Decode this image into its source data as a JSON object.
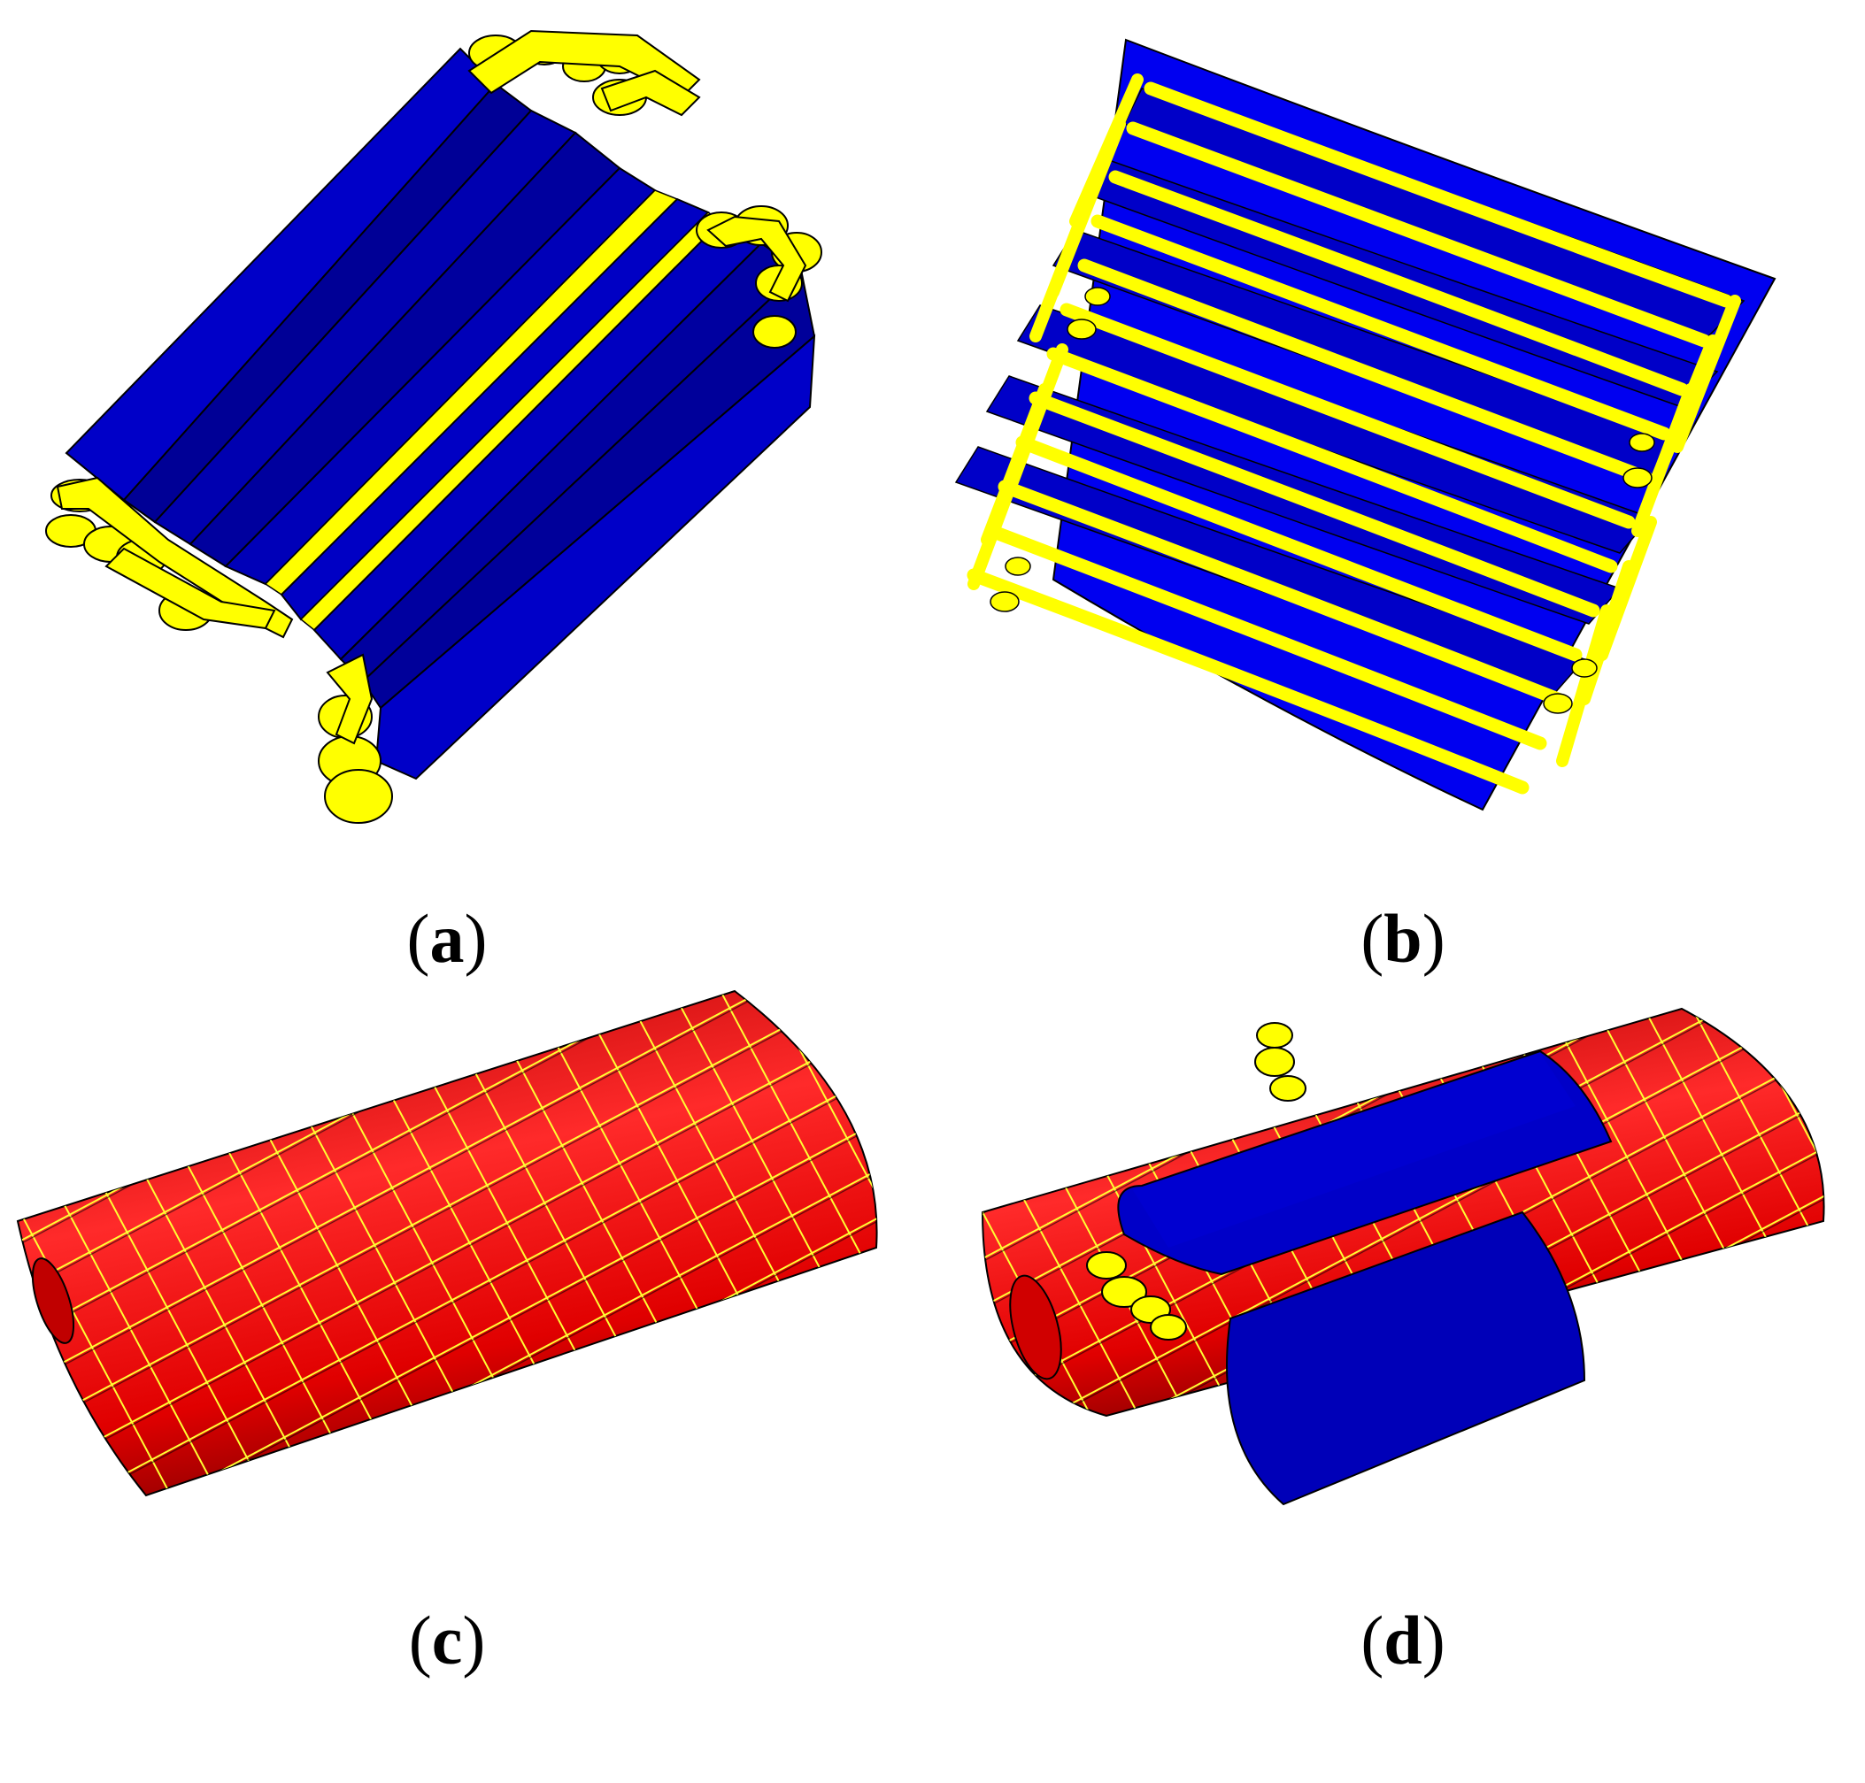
{
  "figure": {
    "panels": [
      {
        "id": "a",
        "label_open": "(",
        "label_letter": "a",
        "label_close": ")",
        "description": "Stator core segments (blue) with yellow end windings"
      },
      {
        "id": "b",
        "label_open": "(",
        "label_letter": "b",
        "label_close": ")",
        "description": "Unrolled stator plate (blue) with yellow winding bars"
      },
      {
        "id": "c",
        "label_open": "(",
        "label_letter": "c",
        "label_close": ")",
        "description": "Red cylindrical tube with yellow grid pattern"
      },
      {
        "id": "d",
        "label_open": "(",
        "label_letter": "d",
        "label_close": ")",
        "description": "Assembly: blue stator halves around red gridded tube with yellow windings"
      }
    ],
    "colors": {
      "blue": "#0000c8",
      "blue_dark": "#00009a",
      "blue_light": "#1010e0",
      "yellow": "#ffff00",
      "red": "#ee0000",
      "red_dark": "#a00000",
      "outline": "#000000",
      "background": "#ffffff"
    }
  }
}
